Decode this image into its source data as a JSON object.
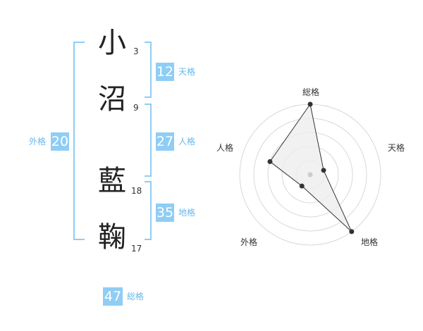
{
  "name": {
    "characters": [
      {
        "char": "小",
        "strokes": "3"
      },
      {
        "char": "沼",
        "strokes": "9"
      },
      {
        "char": "藍",
        "strokes": "18"
      },
      {
        "char": "鞠",
        "strokes": "17"
      }
    ]
  },
  "fortune": {
    "tenkaku": {
      "value": "12",
      "label": "天格"
    },
    "jinkaku": {
      "value": "27",
      "label": "人格"
    },
    "chikaku": {
      "value": "35",
      "label": "地格"
    },
    "gaikaku": {
      "value": "20",
      "label": "外格"
    },
    "soukaku": {
      "value": "47",
      "label": "総格"
    }
  },
  "chart_data": {
    "type": "radar",
    "categories": [
      "総格",
      "天格",
      "地格",
      "外格",
      "人格"
    ],
    "values": [
      5,
      1,
      5,
      1,
      3
    ],
    "rlim": [
      0,
      5
    ],
    "grid_rings": 5
  },
  "colors": {
    "accent": "#8fcdf5",
    "accent_text": "#66b8ec",
    "radar_fill": "#eeeeee",
    "radar_line": "#333333"
  }
}
